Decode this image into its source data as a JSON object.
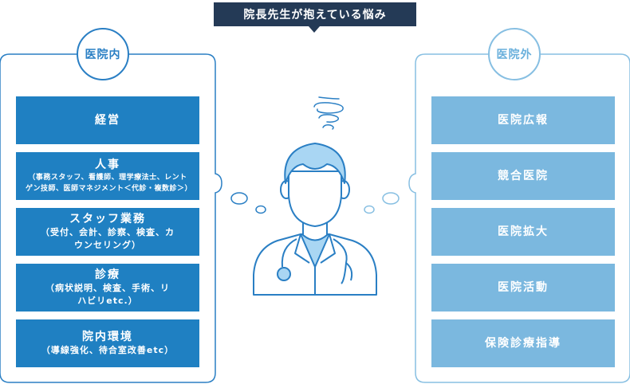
{
  "title": "院長先生が抱えている悩み",
  "inside": {
    "label": "医院内",
    "items": [
      {
        "title": "経営",
        "detail": ""
      },
      {
        "title": "人事",
        "detail": "（事務スタッフ、看護師、理学療法士、レントゲン技師、医師マネジメント＜代診・複数診＞）"
      },
      {
        "title": "スタッフ業務",
        "detail": "（受付、会計、診察、検査、カウンセリング）"
      },
      {
        "title": "診療",
        "detail": "（病状説明、検査、手術、リハビリetc.）"
      },
      {
        "title": "院内環境",
        "detail": "（導線強化、待合室改善etc）"
      }
    ]
  },
  "outside": {
    "label": "医院外",
    "items": [
      {
        "title": "医院広報"
      },
      {
        "title": "競合医院"
      },
      {
        "title": "医院拡大"
      },
      {
        "title": "医院活動"
      },
      {
        "title": "保険診療指導"
      }
    ]
  },
  "colors": {
    "banner": "#243a56",
    "inside_box": "#1f80c2",
    "outside_box": "#7bb8df",
    "doctor_hair": "#a9d6f3",
    "line": "#2a7fc4"
  },
  "icons": [
    "doctor-icon",
    "confused-swirl-icon",
    "thought-bubble-icon"
  ]
}
